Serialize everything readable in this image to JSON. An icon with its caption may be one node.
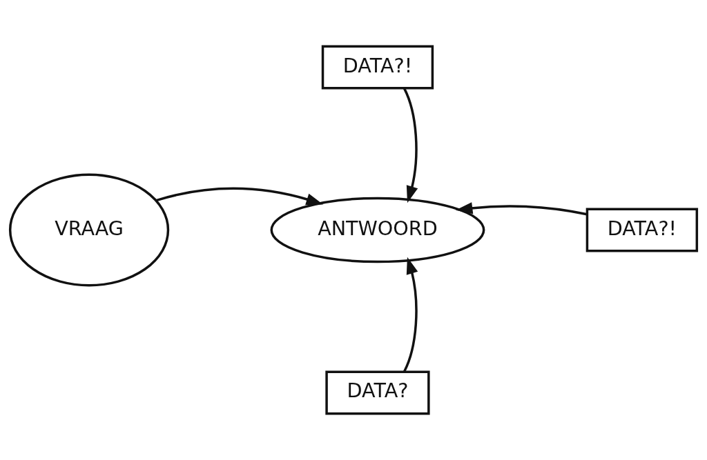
{
  "diagram": {
    "nodes": [
      {
        "text": [
          "DATA?!"
        ]
      },
      {
        "text": [
          "ANTWOORD"
        ]
      },
      {
        "text": [
          "VRAAG"
        ]
      },
      {
        "text": [
          "DATA?!"
        ]
      },
      {
        "text": [
          "DATA?"
        ]
      }
    ],
    "edges": [
      {
        "from": 0,
        "to": 1,
        "arrow": "to"
      },
      {
        "from": 2,
        "to": 1,
        "arrow": "to"
      },
      {
        "from": 3,
        "to": 1,
        "arrow": "to"
      },
      {
        "from": 4,
        "to": 1,
        "arrow": "to"
      }
    ]
  }
}
